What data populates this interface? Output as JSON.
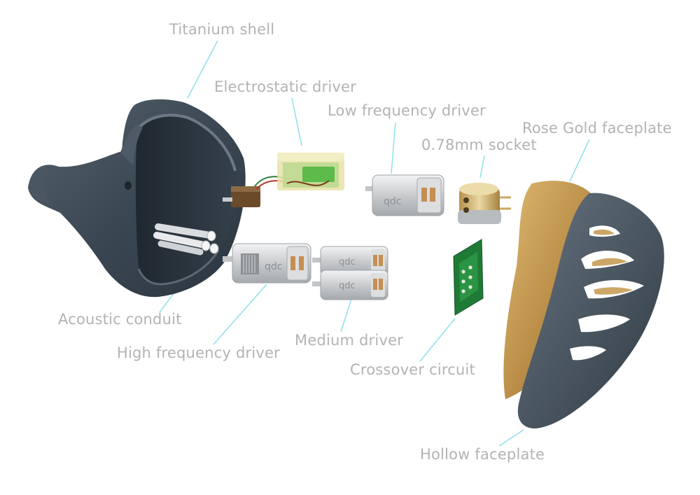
{
  "labels": {
    "titanium_shell": "Titanium shell",
    "electrostatic_driver": "Electrostatic driver",
    "low_frequency_driver": "Low frequency driver",
    "socket": "0.78mm socket",
    "rose_gold_faceplate": "Rose Gold faceplate",
    "acoustic_conduit": "Acoustic conduit",
    "high_frequency_driver": "High frequency driver",
    "medium_driver": "Medium driver",
    "crossover_circuit": "Crossover circuit",
    "hollow_faceplate": "Hollow faceplate"
  },
  "driver_logo": "qdc",
  "colors": {
    "label_text": "#b3b3b3",
    "leader_line": "#8fe0ea",
    "shell": "#3d4a56",
    "metal": "#d2d4d6",
    "rose_gold": "#c39a52",
    "pcb": "#1f7a35"
  }
}
